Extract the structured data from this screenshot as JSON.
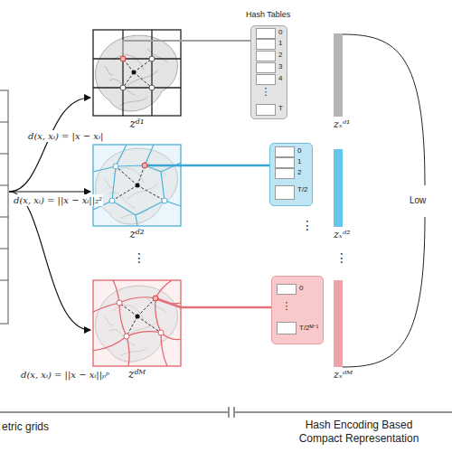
{
  "diagram": {
    "nodes": [
      {
        "text": [
          "zᵈ¹"
        ]
      },
      {
        "text": [
          "0",
          "1",
          "2",
          "3",
          "4",
          "⋮",
          "T"
        ]
      },
      {
        "text": [
          "zₓᵈ¹"
        ]
      },
      {
        "text": [
          "zᵈ²"
        ]
      },
      {
        "text": [
          "0",
          "1",
          "2",
          "T/2"
        ]
      },
      {
        "text": [
          "zₓᵈ²"
        ]
      },
      {
        "text": [
          "zᵈᴹ"
        ]
      },
      {
        "text": [
          "0",
          "⋮",
          "T/2ᴹ⁻¹"
        ]
      },
      {
        "text": [
          "zₓᵈᴹ"
        ]
      }
    ],
    "edges": [
      {
        "from": 0,
        "to": 1,
        "arrow": "none"
      },
      {
        "from": 3,
        "to": 4,
        "arrow": "none"
      },
      {
        "from": 6,
        "to": 7,
        "arrow": "none"
      }
    ],
    "labels": [
      "Hash Tables",
      "d(x, xᵢ) = |x − xᵢ|",
      "d(x, xᵢ) = ||x − xᵢ||₂²",
      "⋮",
      "⋮",
      "⋮",
      "d(x, xᵢ) = ||x − xᵢ||ₚᵖ",
      "Low",
      "etric grids",
      "Hash Encoding Based Compact Representation"
    ]
  }
}
